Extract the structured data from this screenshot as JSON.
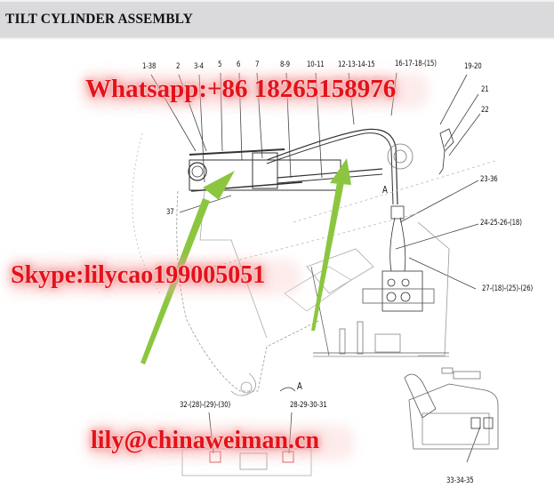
{
  "header": {
    "title": "TILT CYLINDER ASSEMBLY",
    "background": "#dadadc"
  },
  "diagram": {
    "callouts": [
      {
        "id": "c1",
        "label": "1-38"
      },
      {
        "id": "c2",
        "label": "2"
      },
      {
        "id": "c3",
        "label": "3-4"
      },
      {
        "id": "c4",
        "label": "5"
      },
      {
        "id": "c5",
        "label": "6"
      },
      {
        "id": "c6",
        "label": "7"
      },
      {
        "id": "c7",
        "label": "8-9"
      },
      {
        "id": "c8",
        "label": "10-11"
      },
      {
        "id": "c9",
        "label": "12-13-14-15"
      },
      {
        "id": "c10",
        "label": "16-17-18-(15)"
      },
      {
        "id": "c11",
        "label": "19-20"
      },
      {
        "id": "c12",
        "label": "21"
      },
      {
        "id": "c13",
        "label": "22"
      },
      {
        "id": "c14",
        "label": "23-36"
      },
      {
        "id": "c15",
        "label": "24-25-26-(18)"
      },
      {
        "id": "c16",
        "label": "27-(18)-(25)-(26)"
      },
      {
        "id": "c17",
        "label": "37"
      },
      {
        "id": "c18",
        "label": "32-(28)-(29)-(30)"
      },
      {
        "id": "c19",
        "label": "28-29-30-31"
      },
      {
        "id": "c20",
        "label": "33-34-35"
      }
    ],
    "view_markers": [
      {
        "id": "v1",
        "label": "A"
      },
      {
        "id": "v2",
        "label": "A"
      }
    ],
    "arrow_color": "#8cc63f",
    "line_color": "#333333"
  },
  "watermarks": {
    "whatsapp": "Whatsapp:+86 18265158976",
    "skype": "Skype:lilycao199005051",
    "email": "lily@chinaweiman.cn",
    "color": "#e3121b"
  }
}
